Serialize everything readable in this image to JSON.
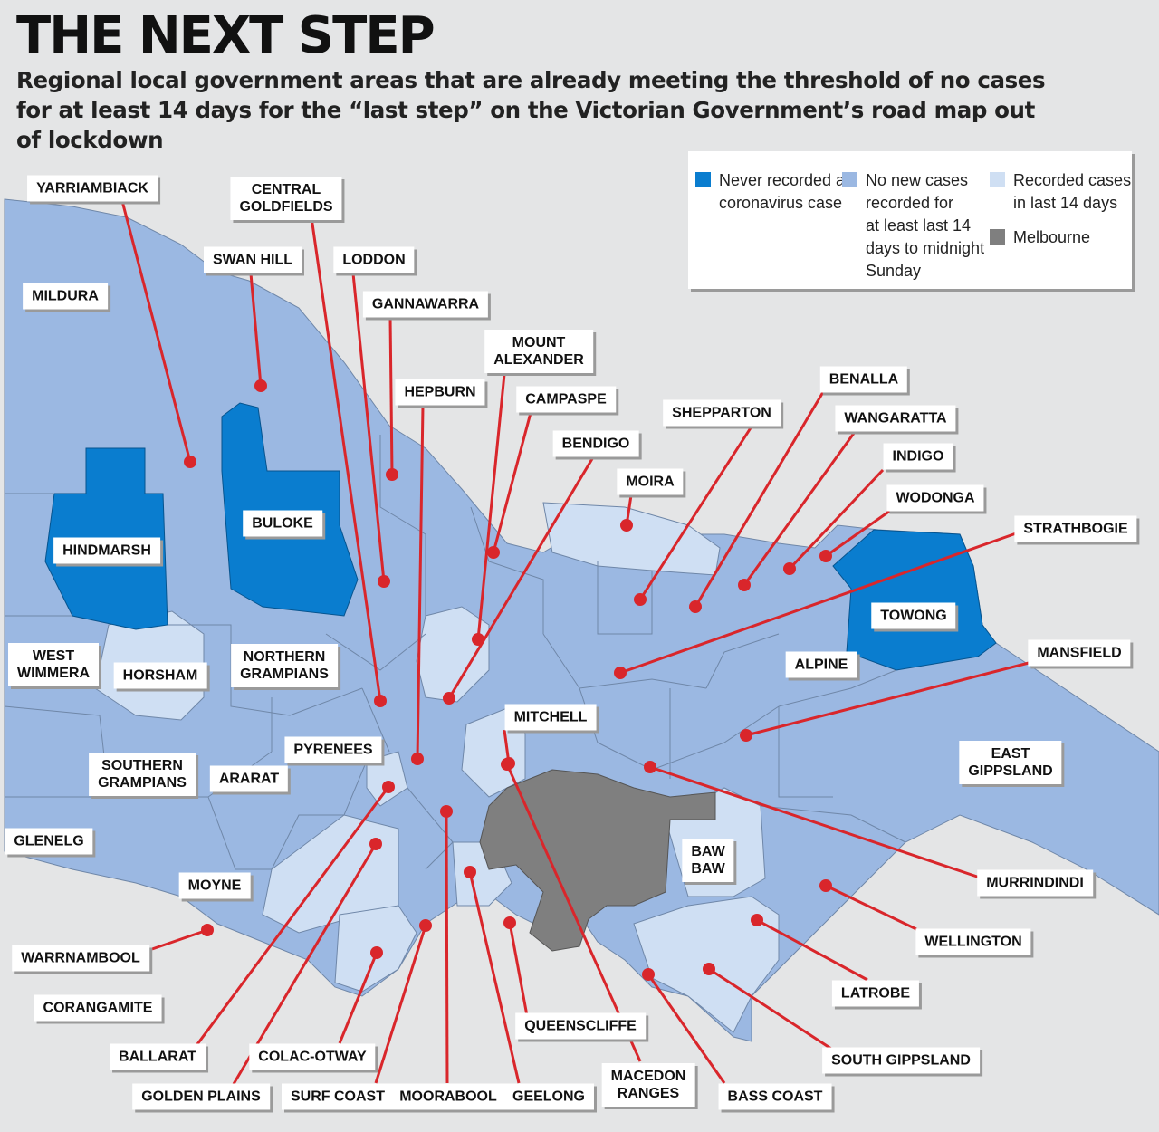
{
  "title": "THE NEXT STEP",
  "subtitle": "Regional local government areas that are already meeting the threshold of no cases for at least 14 days for the “last step” on the Victorian Government’s road map out of lockdown",
  "colors": {
    "never": "#0a7dcf",
    "no_new": "#9bb8e2",
    "recorded": "#cfdff3",
    "melbourne": "#7f7f7f",
    "leader": "#d9262b"
  },
  "legend": {
    "never": "Never recorded a\ncoronavirus case",
    "no_new": "No new cases\nrecorded for\nat least last 14\ndays to midnight\nSunday",
    "recorded": "Recorded cases\nin last 14 days",
    "melbourne": "Melbourne"
  },
  "lgas": {
    "yarriambiack": "YARRIAMBIACK",
    "central_goldfields": "CENTRAL\nGOLDFIELDS",
    "swan_hill": "SWAN HILL",
    "loddon": "LODDON",
    "mildura": "MILDURA",
    "gannawarra": "GANNAWARRA",
    "mount_alexander": "MOUNT\nALEXANDER",
    "hepburn": "HEPBURN",
    "campaspe": "CAMPASPE",
    "benalla": "BENALLA",
    "shepparton": "SHEPPARTON",
    "wangaratta": "WANGARATTA",
    "bendigo": "BENDIGO",
    "indigo": "INDIGO",
    "moira": "MOIRA",
    "wodonga": "WODONGA",
    "strathbogie": "STRATHBOGIE",
    "buloke": "BULOKE",
    "hindmarsh": "HINDMARSH",
    "towong": "TOWONG",
    "mansfield": "MANSFIELD",
    "west_wimmera": "WEST\nWIMMERA",
    "northern_grampians": "NORTHERN\nGRAMPIANS",
    "horsham": "HORSHAM",
    "alpine": "ALPINE",
    "mitchell": "MITCHELL",
    "pyrenees": "PYRENEES",
    "east_gippsland": "EAST\nGIPPSLAND",
    "southern_grampians": "SOUTHERN\nGRAMPIANS",
    "ararat": "ARARAT",
    "glenelg": "GLENELG",
    "baw_baw": "BAW\nBAW",
    "murrindindi": "MURRINDINDI",
    "moyne": "MOYNE",
    "wellington": "WELLINGTON",
    "warrnambool": "WARRNAMBOOL",
    "latrobe": "LATROBE",
    "corangamite": "CORANGAMITE",
    "queenscliffe": "QUEENSCLIFFE",
    "ballarat": "BALLARAT",
    "colac_otway": "COLAC-OTWAY",
    "south_gippsland": "SOUTH GIPPSLAND",
    "macedon_ranges": "MACEDON\nRANGES",
    "golden_plains": "GOLDEN PLAINS",
    "surf_coast": "SURF COAST",
    "moorabool": "MOORABOOL",
    "geelong": "GEELONG",
    "bass_coast": "BASS COAST"
  }
}
